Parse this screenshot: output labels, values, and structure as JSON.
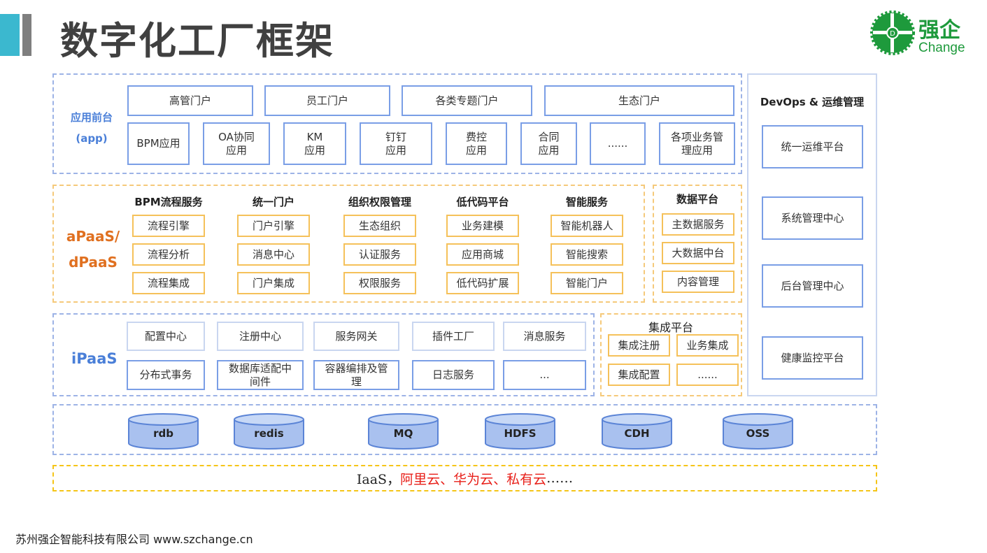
{
  "title": "数字化工厂框架",
  "logo": {
    "cn": "强企",
    "en": "Change",
    "badge": "D"
  },
  "app": {
    "label1": "应用前台",
    "label2": "(app)",
    "portals": [
      "高管门户",
      "员工门户",
      "各类专题门户",
      "生态门户"
    ],
    "apps": [
      "BPM应用",
      "OA协同\n应用",
      "KM\n应用",
      "钉钉\n应用",
      "费控\n应用",
      "合同\n应用",
      "......",
      "各项业务管\n理应用"
    ]
  },
  "apaas": {
    "label1": "aPaaS/",
    "label2": "dPaaS",
    "columns": [
      {
        "title": "BPM流程服务",
        "items": [
          "流程引擎",
          "流程分析",
          "流程集成"
        ]
      },
      {
        "title": "统一门户",
        "items": [
          "门户引擎",
          "消息中心",
          "门户集成"
        ]
      },
      {
        "title": "组织权限管理",
        "items": [
          "生态组织",
          "认证服务",
          "权限服务"
        ]
      },
      {
        "title": "低代码平台",
        "items": [
          "业务建模",
          "应用商城",
          "低代码扩展"
        ]
      },
      {
        "title": "智能服务",
        "items": [
          "智能机器人",
          "智能搜索",
          "智能门户"
        ]
      }
    ]
  },
  "data_platform": {
    "title": "数据平台",
    "items": [
      "主数据服务",
      "大数据中台",
      "内容管理"
    ]
  },
  "ipaas": {
    "label": "iPaaS",
    "row1": [
      "配置中心",
      "注册中心",
      "服务网关",
      "插件工厂",
      "消息服务"
    ],
    "row2": [
      "分布式事务",
      "数据库适配中\n间件",
      "容器编排及管\n理",
      "日志服务",
      "..."
    ]
  },
  "integration": {
    "title": "集成平台",
    "items": [
      "集成注册",
      "业务集成",
      "集成配置",
      "......"
    ]
  },
  "devops": {
    "title": "DevOps & 运维管理",
    "items": [
      "统一运维平台",
      "系统管理中心",
      "后台管理中心",
      "健康监控平台"
    ]
  },
  "storage": [
    "rdb",
    "redis",
    "MQ",
    "HDFS",
    "CDH",
    "OSS"
  ],
  "iaas": {
    "prefix": "IaaS，",
    "clouds": "阿里云、华为云、私有云",
    "suffix": "……"
  },
  "footer": "苏州强企智能科技有限公司 www.szchange.cn",
  "colors": {
    "accent_cyan": "#3bb8cf",
    "blue_label": "#4a7fd8",
    "orange_label": "#e07020",
    "logo_green": "#1e9a3c",
    "red": "#e8201a"
  }
}
